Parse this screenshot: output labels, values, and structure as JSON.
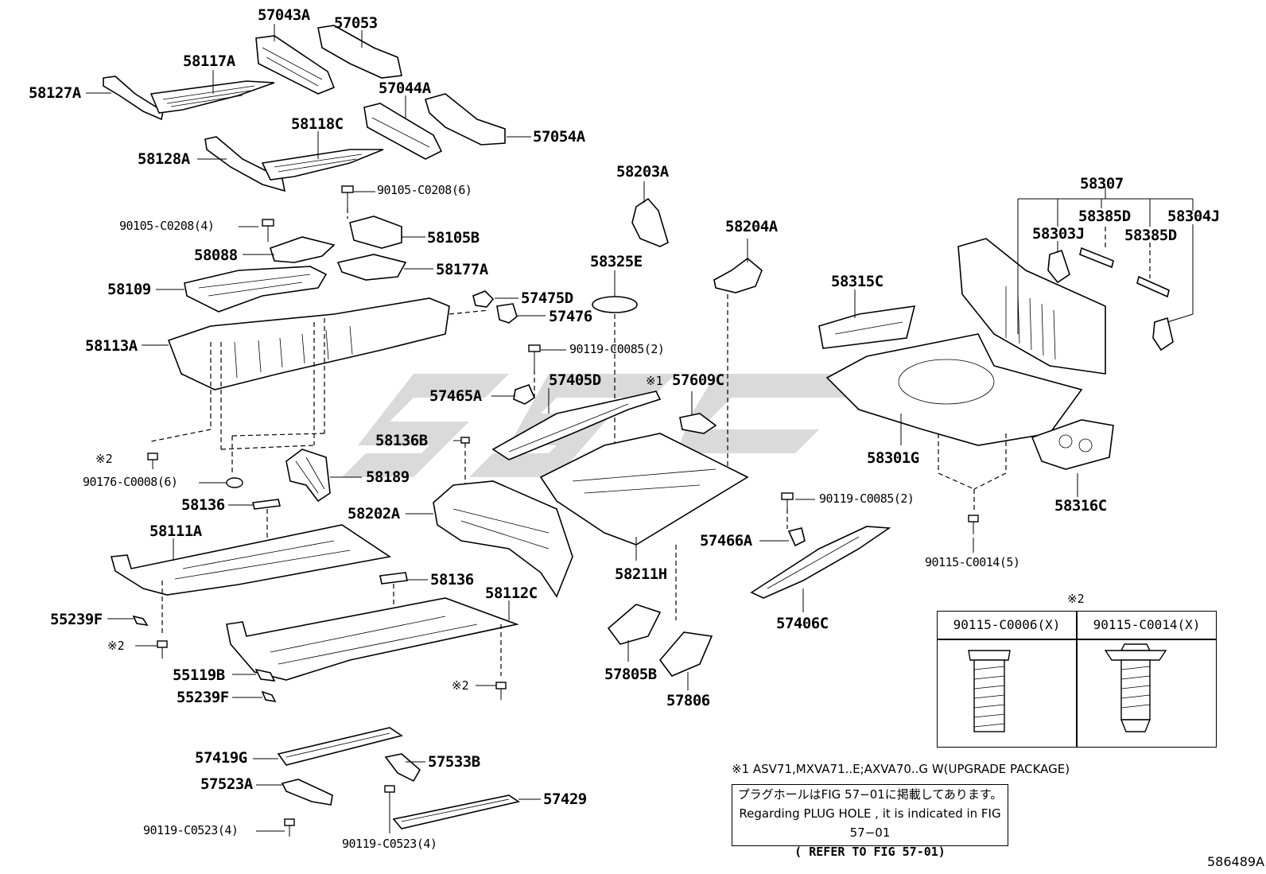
{
  "figure_id": "586489A",
  "watermark": "SGC",
  "labels": {
    "p57043A": "57043A",
    "p57053": "57053",
    "p58117A": "58117A",
    "p58127A": "58127A",
    "p57044A": "57044A",
    "p58118C": "58118C",
    "p57054A": "57054A",
    "p58128A": "58128A",
    "p58203A": "58203A",
    "p58307": "58307",
    "p58385D_1": "58385D",
    "p58304J": "58304J",
    "p58303J": "58303J",
    "p58385D_2": "58385D",
    "p90105_6": "90105-C0208(6)",
    "p90105_4": "90105-C0208(4)",
    "p58105B": "58105B",
    "p58204A": "58204A",
    "p58088": "58088",
    "p58177A": "58177A",
    "p58325E": "58325E",
    "p58315C": "58315C",
    "p58109": "58109",
    "p57475D": "57475D",
    "p57476": "57476",
    "p58113A": "58113A",
    "p90119_2a": "90119-C0085(2)",
    "p57405D": "57405D",
    "p57609C": "57609C",
    "p57609C_mark": "※1",
    "p57465A": "57465A",
    "p58136B": "58136B",
    "p58301G": "58301G",
    "p58316C": "58316C",
    "p_mark2_a": "※2",
    "p90176": "90176-C0008(6)",
    "p58189": "58189",
    "p58136_a": "58136",
    "p58202A": "58202A",
    "p90119_2b": "90119-C0085(2)",
    "p58111A": "58111A",
    "p57466A": "57466A",
    "p58211H": "58211H",
    "p90115_5": "90115-C0014(5)",
    "p58136_b": "58136",
    "p58112C": "58112C",
    "p55239F_a": "55239F",
    "p57406C": "57406C",
    "p_mark2_b": "※2",
    "p55119B": "55119B",
    "p57805B": "57805B",
    "p_mark2_c": "※2",
    "p55239F_b": "55239F",
    "p57806": "57806",
    "p57419G": "57419G",
    "p57533B": "57533B",
    "p57523A": "57523A",
    "p57429": "57429",
    "p90119_4a": "90119-C0523(4)",
    "p90119_4b": "90119-C0523(4)"
  },
  "legend": {
    "mark": "※2",
    "col1": "90115-C0006(X)",
    "col2": "90115-C0014(X)"
  },
  "notes": {
    "note1": "※1 ASV71,MXVA71..E;AXVA70..G W(UPGRADE PACKAGE)",
    "box_line1": "プラグホールはFIG 57−01に掲載してあります。",
    "box_line2": "Regarding  PLUG  HOLE , it is indicated in FIG  57−01",
    "box_line3": "( REFER TO FIG 57-01)"
  }
}
